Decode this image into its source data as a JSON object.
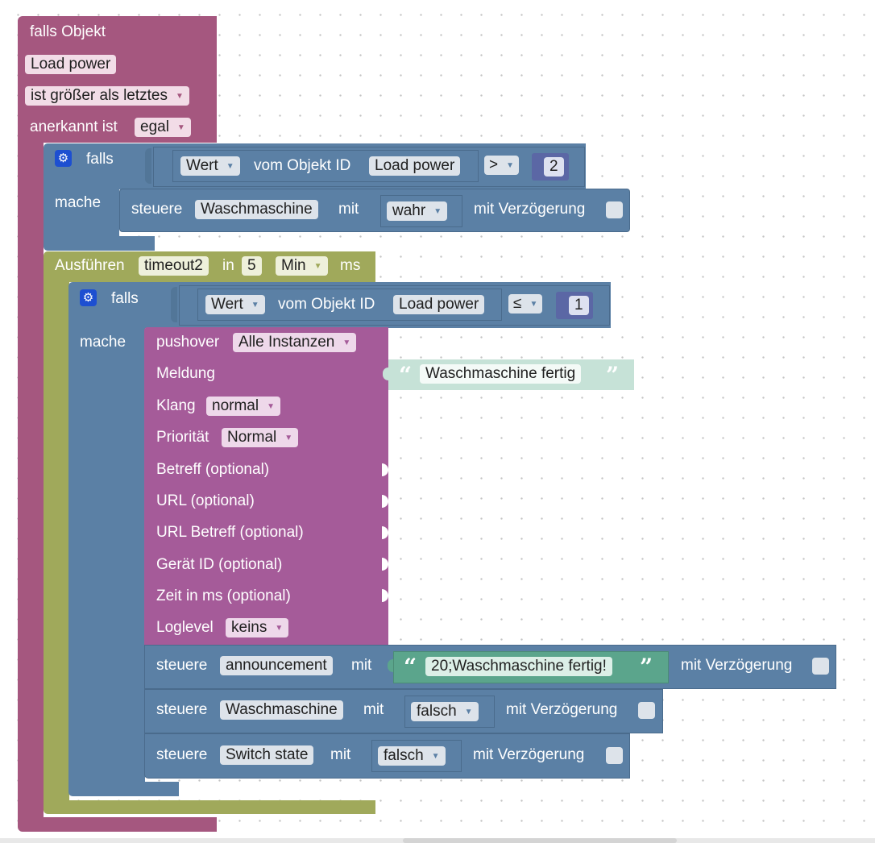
{
  "colors": {
    "trigger_block": "#a5577f",
    "logic_block": "#5b80a5",
    "timeout_block": "#a0a95b",
    "pushover_block": "#a55b99",
    "text_block": "#5ba58c",
    "compare_block": "#5b67a5"
  },
  "trigger": {
    "title": "falls Objekt",
    "object": "Load power",
    "condition": "ist größer als letztes",
    "ack_label": "anerkannt ist",
    "ack_value": "egal"
  },
  "if1": {
    "falls_label": "falls",
    "mache_label": "mache",
    "value_type": "Wert",
    "of_object_label": "vom Objekt ID",
    "object": "Load power",
    "operator": ">",
    "number": "2",
    "control": {
      "steuere_label": "steuere",
      "target": "Waschmaschine",
      "mit_label": "mit",
      "value": "wahr",
      "delay_label": "mit Verzögerung"
    }
  },
  "timeout": {
    "label": "Ausführen",
    "name": "timeout2",
    "in_label": "in",
    "amount": "5",
    "unit": "Min",
    "ms_label": "ms"
  },
  "if2": {
    "falls_label": "falls",
    "mache_label": "mache",
    "value_type": "Wert",
    "of_object_label": "vom Objekt ID",
    "object": "Load power",
    "operator": "≤",
    "number": "1"
  },
  "pushover": {
    "label": "pushover",
    "instance": "Alle Instanzen",
    "message_label": "Meldung",
    "message_text": "Waschmaschine fertig",
    "sound_label": "Klang",
    "sound": "normal",
    "priority_label": "Priorität",
    "priority": "Normal",
    "subject_label": "Betreff (optional)",
    "url_label": "URL (optional)",
    "url_title_label": "URL Betreff (optional)",
    "device_label": "Gerät ID (optional)",
    "time_label": "Zeit in ms (optional)",
    "loglevel_label": "Loglevel",
    "loglevel": "keins"
  },
  "controls": [
    {
      "steuere_label": "steuere",
      "target": "announcement",
      "mit_label": "mit",
      "value": "20;Waschmaschine fertig!",
      "delay_label": "mit Verzögerung"
    },
    {
      "steuere_label": "steuere",
      "target": "Waschmaschine",
      "mit_label": "mit",
      "value": "falsch",
      "delay_label": "mit Verzögerung"
    },
    {
      "steuere_label": "steuere",
      "target": "Switch state",
      "mit_label": "mit",
      "value": "falsch",
      "delay_label": "mit Verzögerung"
    }
  ],
  "icons": {
    "gear": "gear-icon",
    "dropdown": "dropdown-arrow-icon",
    "quote_open": "quote-open-icon",
    "quote_close": "quote-close-icon"
  }
}
